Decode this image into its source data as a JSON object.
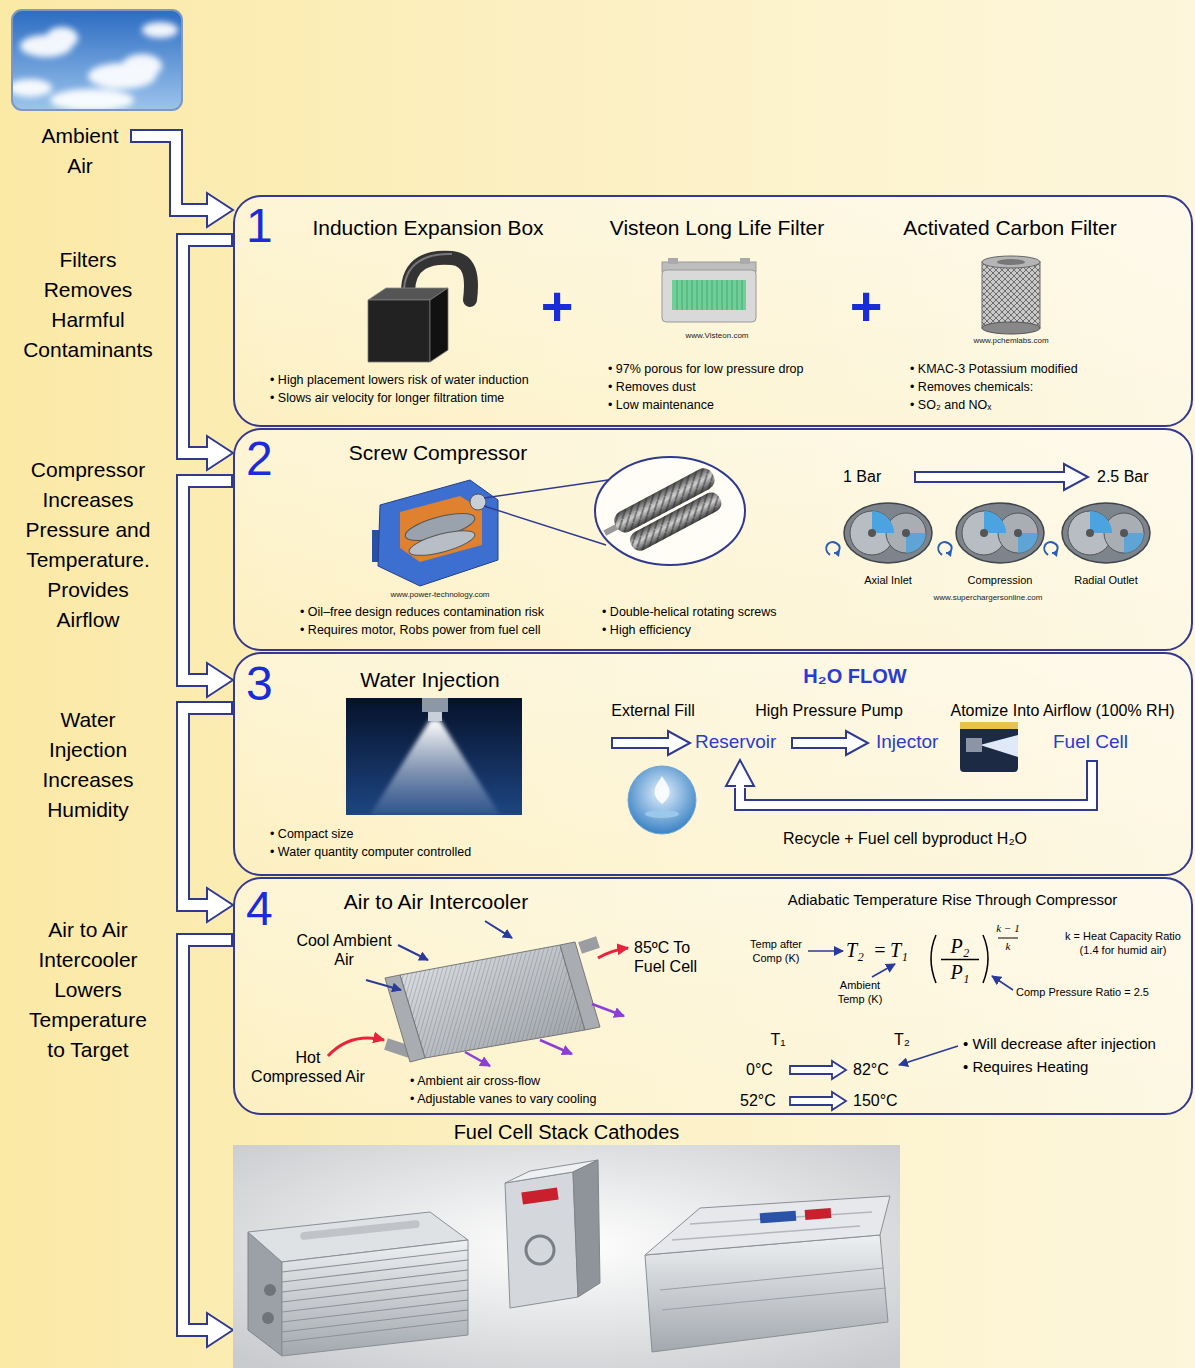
{
  "diagram": {
    "nodes": [
      {
        "text": [
          "Ambient Air"
        ]
      },
      {
        "text": [
          "1",
          "Induction Expansion Box",
          "Visteon Long Life Filter",
          "Activated Carbon Filter",
          "+",
          "+",
          "www.Visteon.com",
          "www.pchemlabs.com",
          "• High placement lowers risk of water induction",
          "• Slows air velocity for longer filtration time",
          "• 97% porous for low pressure drop",
          "• Removes dust",
          "• Low maintenance",
          "• KMAC-3 Potassium modified",
          "• Removes chemicals:",
          "• SO₂ and NOₓ"
        ]
      },
      {
        "text": [
          "2",
          "Screw Compressor",
          "www.power-technology.com",
          "• Oil–free design reduces contamination risk",
          "• Requires motor, Robs power from fuel cell",
          "• Double-helical rotating screws",
          "• High efficiency",
          "1 Bar",
          "2.5 Bar",
          "Axial Inlet",
          "Compression",
          "Radial Outlet",
          "www.superchargersonline.com"
        ]
      },
      {
        "text": [
          "3",
          "Water Injection",
          "• Compact size",
          "• Water quantity computer controlled",
          "H₂O FLOW",
          "External Fill",
          "High Pressure Pump",
          "Atomize Into Airflow (100% RH)",
          "Reservoir",
          "Injector",
          "Fuel Cell",
          "Recycle + Fuel cell byproduct H₂O"
        ]
      },
      {
        "text": [
          "4",
          "Air to Air Intercooler",
          "Cool Ambient Air",
          "Hot Compressed Air",
          "85ºC To Fuel Cell",
          "• Ambient air cross-flow",
          "• Adjustable vanes to vary cooling",
          "Adiabatic Temperature Rise Through Compressor",
          "Temp after Comp (K)",
          "Ambient Temp (K)",
          "T₂",
          "=",
          "T₁",
          "P₂",
          "P₁",
          "k − 1",
          "k",
          "k = Heat Capacity Ratio (1.4 for humid air)",
          "Comp Pressure Ratio = 2.5",
          "T₁",
          "T₂",
          "0°C",
          "82°C",
          "52°C",
          "150°C",
          "• Will decrease after injection",
          "• Requires Heating"
        ]
      },
      {
        "text": [
          "Fuel Cell Stack Cathodes"
        ]
      }
    ],
    "edges": [
      {
        "from": 0,
        "to": 1,
        "arrow": "to"
      },
      {
        "from": 1,
        "to": 2,
        "arrow": "to"
      },
      {
        "from": 2,
        "to": 3,
        "arrow": "to"
      },
      {
        "from": 3,
        "to": 4,
        "arrow": "to"
      },
      {
        "from": 4,
        "to": 5,
        "arrow": "to"
      }
    ],
    "labels": [
      "Filters Removes Harmful Contaminants",
      "Compressor Increases Pressure and Temperature. Provides Airflow",
      "Water Injection Increases Humidity",
      "Air to Air Intercooler Lowers Temperature to Target"
    ]
  }
}
